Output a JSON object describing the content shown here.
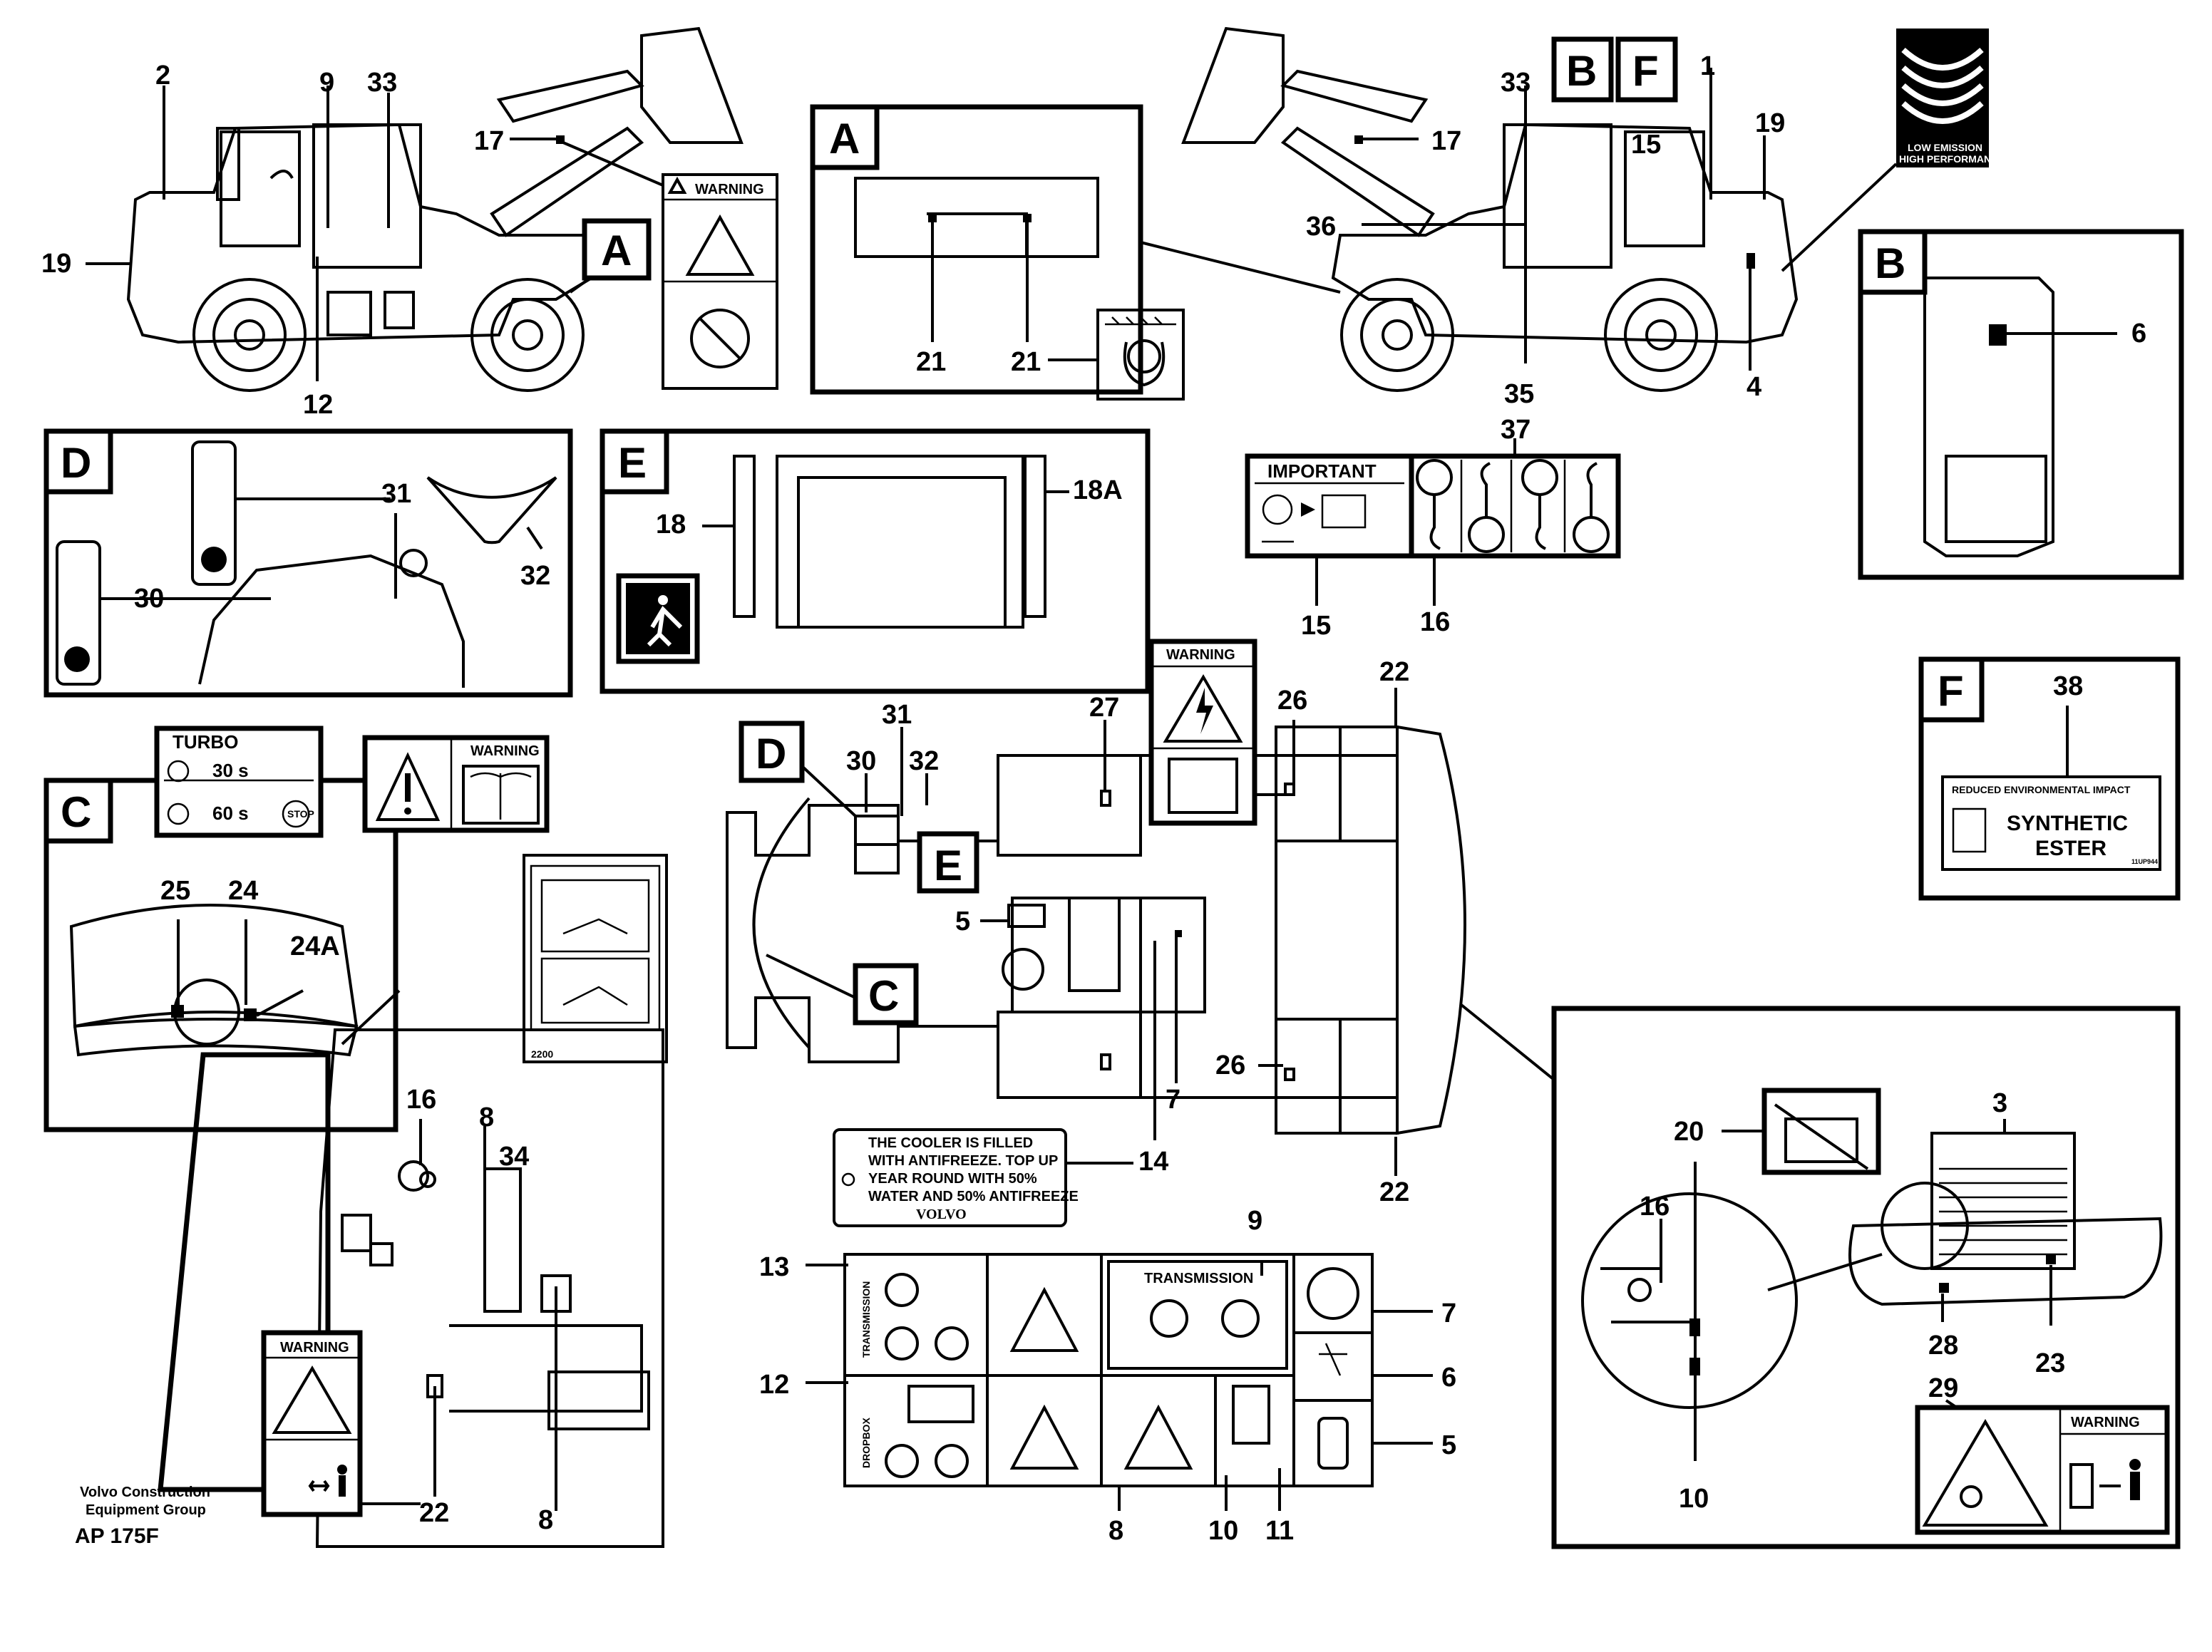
{
  "sections": [
    "A",
    "B",
    "C",
    "D",
    "E",
    "F"
  ],
  "labels": {
    "l1": "1",
    "l2": "2",
    "l3": "3",
    "l4": "4",
    "l5": "5",
    "l6": "6",
    "l7": "7",
    "l8": "8",
    "l9": "9",
    "l10": "10",
    "l11": "11",
    "l12": "12",
    "l13": "13",
    "l14": "14",
    "l15": "15",
    "l16": "16",
    "l17": "17",
    "l18": "18",
    "l18a": "18A",
    "l19": "19",
    "l20": "20",
    "l21": "21",
    "l22": "22",
    "l23": "23",
    "l24": "24",
    "l24a": "24A",
    "l25": "25",
    "l26": "26",
    "l27": "27",
    "l28": "28",
    "l29": "29",
    "l30": "30",
    "l31": "31",
    "l32": "32",
    "l33": "33",
    "l34": "34",
    "l35": "35",
    "l36": "36",
    "l37": "37",
    "l38": "38"
  },
  "decals": {
    "warning": "WARNING",
    "important": "IMPORTANT",
    "turbo": "TURBO",
    "turbo_30": "30 s",
    "turbo_60": "60 s",
    "stop": "STOP",
    "low_emission_1": "LOW EMISSION",
    "low_emission_2": "HIGH PERFORMANCE",
    "reduced_impact": "REDUCED ENVIRONMENTAL IMPACT",
    "synthetic": "SYNTHETIC",
    "ester": "ESTER",
    "f_code": "11UP944",
    "transmission": "TRANSMISSION",
    "transmission_v": "TRANSMISSION",
    "dropbox": "DROPBOX",
    "cooler_1": "THE COOLER IS FILLED",
    "cooler_2": "WITH ANTIFREEZE. TOP UP",
    "cooler_3": "YEAR ROUND WITH 50%",
    "cooler_4": "WATER AND 50% ANTIFREEZE",
    "volvo": "VOLVO",
    "plate_num": "2200"
  },
  "footer": {
    "company_1": "Volvo Construction",
    "company_2": "Equipment Group",
    "code": "AP 175F"
  }
}
